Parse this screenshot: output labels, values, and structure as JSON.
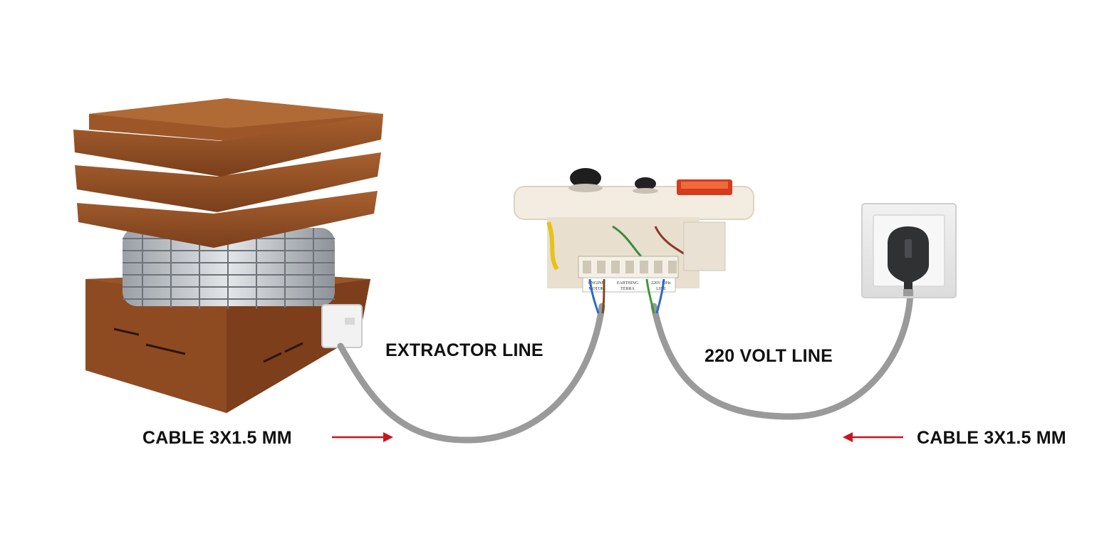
{
  "labels": {
    "extractor_line": "EXTRACTOR LINE",
    "volt_line": "220 VOLT LINE",
    "cable_left": "CABLE 3X1.5 MM",
    "cable_right": "CABLE 3X1.5 MM"
  },
  "control_box": {
    "terminal_labels": [
      {
        "top": "ENGINE",
        "bottom": "MOTOR"
      },
      {
        "top": "EARTHING",
        "bottom": "TERRA"
      },
      {
        "top": "220V 50Hz",
        "bottom": "LINE"
      }
    ]
  },
  "colors": {
    "cable": "#9a9a9a",
    "arrow": "#c8161d",
    "rust": "#8a4a22",
    "rust_light": "#a65a2a",
    "box_body": "#f3ece0",
    "switch": "#d43b1f",
    "socket_plate": "#e6e6e6",
    "plug": "#2f3133",
    "label_text": "#111111"
  },
  "icons": {
    "extractor": "chimney-fan-extractor-icon",
    "controller": "speed-controller-icon",
    "socket": "wall-socket-icon",
    "plug": "power-plug-icon"
  }
}
